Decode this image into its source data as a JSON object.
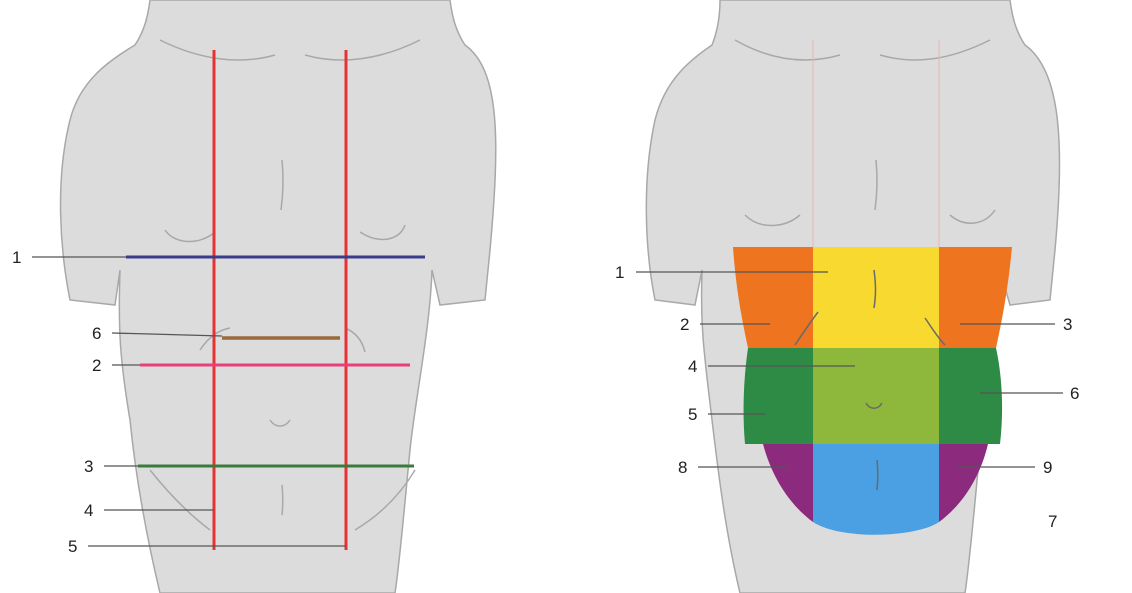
{
  "colors": {
    "body_fill": "#dcdcdc",
    "body_outline": "#a8a8a8",
    "vertical_lines": "#e63232",
    "line_1": "#3a3c8c",
    "line_2": "#e8407a",
    "line_3": "#3c7a3c",
    "line_6": "#9a6a3a",
    "region_hypochondriac": "#ee7420",
    "region_epigastric": "#f7d930",
    "region_lumbar": "#2e8b46",
    "region_umbilical": "#8db83c",
    "region_iliac": "#8c2a7e",
    "region_hypogastric": "#4aa0e2"
  },
  "left_figure": {
    "labels": [
      "1",
      "6",
      "2",
      "3",
      "4",
      "5"
    ]
  },
  "right_figure": {
    "labels": [
      "1",
      "2",
      "3",
      "4",
      "6",
      "5",
      "8",
      "9",
      "7"
    ]
  }
}
